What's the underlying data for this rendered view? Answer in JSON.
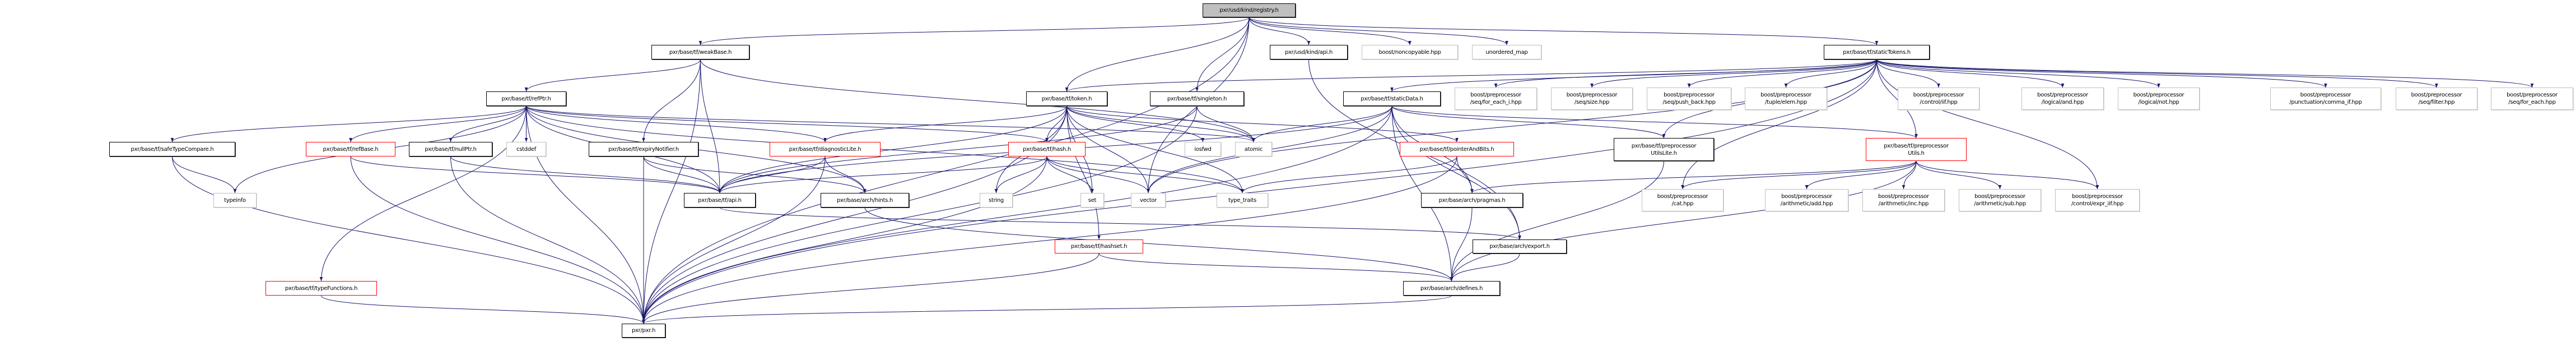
{
  "title": "pxr/usd/kind/registry.h",
  "colors": {
    "edge": "#191970",
    "documented_border": "#000000",
    "external_border": "#bfbfbf",
    "truncated_border": "#ff0000",
    "root_fill": "#bfbfbf"
  },
  "nodes": {
    "registry": {
      "label": "pxr/usd/kind/registry.h",
      "kind": "root"
    },
    "weakBase": {
      "label": "pxr/base/tf/weakBase.h",
      "kind": "doc"
    },
    "kindApi": {
      "label": "pxr/usd/kind/api.h",
      "kind": "doc"
    },
    "noncopyable": {
      "label": "boost/noncopyable.hpp",
      "kind": "ext"
    },
    "unorderedMap": {
      "label": "unordered_map",
      "kind": "ext"
    },
    "staticTokens": {
      "label": "pxr/base/tf/staticTokens.h",
      "kind": "doc"
    },
    "refPtr": {
      "label": "pxr/base/tf/refPtr.h",
      "kind": "doc"
    },
    "token": {
      "label": "pxr/base/tf/token.h",
      "kind": "doc"
    },
    "singleton": {
      "label": "pxr/base/tf/singleton.h",
      "kind": "doc"
    },
    "staticData": {
      "label": "pxr/base/tf/staticData.h",
      "kind": "doc"
    },
    "forEachI": {
      "label": "boost/preprocessor\n/seq/for_each_i.hpp",
      "kind": "ext"
    },
    "seqSize": {
      "label": "boost/preprocessor\n/seq/size.hpp",
      "kind": "ext"
    },
    "pushBack": {
      "label": "boost/preprocessor\n/seq/push_back.hpp",
      "kind": "ext"
    },
    "tupleElem": {
      "label": "boost/preprocessor\n/tuple/elem.hpp",
      "kind": "ext"
    },
    "iif": {
      "label": "boost/preprocessor\n/control/iif.hpp",
      "kind": "ext"
    },
    "logicalAnd": {
      "label": "boost/preprocessor\n/logical/and.hpp",
      "kind": "ext"
    },
    "logicalNot": {
      "label": "boost/preprocessor\n/logical/not.hpp",
      "kind": "ext"
    },
    "commaIf": {
      "label": "boost/preprocessor\n/punctuation/comma_if.hpp",
      "kind": "ext"
    },
    "seqFilter": {
      "label": "boost/preprocessor\n/seq/filter.hpp",
      "kind": "ext"
    },
    "seqForEach": {
      "label": "boost/preprocessor\n/seq/for_each.hpp",
      "kind": "ext"
    },
    "safeTypeCompare": {
      "label": "pxr/base/tf/safeTypeCompare.h",
      "kind": "doc"
    },
    "refBase": {
      "label": "pxr/base/tf/refBase.h",
      "kind": "trunc"
    },
    "nullPtr": {
      "label": "pxr/base/tf/nullPtr.h",
      "kind": "doc"
    },
    "cstddef": {
      "label": "cstddef",
      "kind": "ext"
    },
    "expiryNotifier": {
      "label": "pxr/base/tf/expiryNotifier.h",
      "kind": "doc"
    },
    "diagnosticLite": {
      "label": "pxr/base/tf/diagnosticLite.h",
      "kind": "trunc"
    },
    "hash": {
      "label": "pxr/base/tf/hash.h",
      "kind": "trunc"
    },
    "iosfwd": {
      "label": "iosfwd",
      "kind": "ext"
    },
    "atomic": {
      "label": "atomic",
      "kind": "ext"
    },
    "pointerAndBits": {
      "label": "pxr/base/tf/pointerAndBits.h",
      "kind": "trunc"
    },
    "ppUtilsLite": {
      "label": "pxr/base/tf/preprocessor\nUtilsLite.h",
      "kind": "doc"
    },
    "ppUtils": {
      "label": "pxr/base/tf/preprocessor\nUtils.h",
      "kind": "trunc"
    },
    "typeinfo": {
      "label": "typeinfo",
      "kind": "ext"
    },
    "tfApi": {
      "label": "pxr/base/tf/api.h",
      "kind": "doc"
    },
    "hints": {
      "label": "pxr/base/arch/hints.h",
      "kind": "doc"
    },
    "string": {
      "label": "string",
      "kind": "ext"
    },
    "set": {
      "label": "set",
      "kind": "ext"
    },
    "vector": {
      "label": "vector",
      "kind": "ext"
    },
    "typeTraits": {
      "label": "type_traits",
      "kind": "ext"
    },
    "pragmas": {
      "label": "pxr/base/arch/pragmas.h",
      "kind": "doc"
    },
    "cat": {
      "label": "boost/preprocessor\n/cat.hpp",
      "kind": "ext"
    },
    "add": {
      "label": "boost/preprocessor\n/arithmetic/add.hpp",
      "kind": "ext"
    },
    "inc": {
      "label": "boost/preprocessor\n/arithmetic/inc.hpp",
      "kind": "ext"
    },
    "sub": {
      "label": "boost/preprocessor\n/arithmetic/sub.hpp",
      "kind": "ext"
    },
    "exprIif": {
      "label": "boost/preprocessor\n/control/expr_iif.hpp",
      "kind": "ext"
    },
    "hashset": {
      "label": "pxr/base/tf/hashset.h",
      "kind": "trunc"
    },
    "export": {
      "label": "pxr/base/arch/export.h",
      "kind": "doc"
    },
    "typeFunctions": {
      "label": "pxr/base/tf/typeFunctions.h",
      "kind": "trunc"
    },
    "defines": {
      "label": "pxr/base/arch/defines.h",
      "kind": "doc"
    },
    "pxr": {
      "label": "pxr/pxr.h",
      "kind": "doc"
    }
  },
  "edges": [
    [
      "registry",
      "weakBase"
    ],
    [
      "registry",
      "token"
    ],
    [
      "registry",
      "singleton"
    ],
    [
      "registry",
      "kindApi"
    ],
    [
      "registry",
      "noncopyable"
    ],
    [
      "registry",
      "unorderedMap"
    ],
    [
      "registry",
      "staticTokens"
    ],
    [
      "registry",
      "vector"
    ],
    [
      "registry",
      "pxr"
    ],
    [
      "weakBase",
      "refPtr"
    ],
    [
      "weakBase",
      "expiryNotifier"
    ],
    [
      "weakBase",
      "tfApi"
    ],
    [
      "weakBase",
      "atomic"
    ],
    [
      "weakBase",
      "pxr"
    ],
    [
      "refPtr",
      "safeTypeCompare"
    ],
    [
      "refPtr",
      "typeinfo"
    ],
    [
      "refPtr",
      "refBase"
    ],
    [
      "refPtr",
      "nullPtr"
    ],
    [
      "refPtr",
      "cstddef"
    ],
    [
      "refPtr",
      "diagnosticLite"
    ],
    [
      "refPtr",
      "hash"
    ],
    [
      "refPtr",
      "tfApi"
    ],
    [
      "refPtr",
      "hints"
    ],
    [
      "refPtr",
      "typeTraits"
    ],
    [
      "refPtr",
      "typeFunctions"
    ],
    [
      "refPtr",
      "atomic"
    ],
    [
      "refPtr",
      "pxr"
    ],
    [
      "safeTypeCompare",
      "typeinfo"
    ],
    [
      "safeTypeCompare",
      "pxr"
    ],
    [
      "refBase",
      "tfApi"
    ],
    [
      "refBase",
      "pxr"
    ],
    [
      "nullPtr",
      "tfApi"
    ],
    [
      "nullPtr",
      "pxr"
    ],
    [
      "expiryNotifier",
      "tfApi"
    ],
    [
      "expiryNotifier",
      "hints"
    ],
    [
      "expiryNotifier",
      "pxr"
    ],
    [
      "diagnosticLite",
      "tfApi"
    ],
    [
      "diagnosticLite",
      "hints"
    ],
    [
      "diagnosticLite",
      "pxr"
    ],
    [
      "hash",
      "tfApi"
    ],
    [
      "hash",
      "string"
    ],
    [
      "hash",
      "set"
    ],
    [
      "hash",
      "vector"
    ],
    [
      "hash",
      "typeTraits"
    ],
    [
      "hash",
      "pxr"
    ],
    [
      "token",
      "diagnosticLite"
    ],
    [
      "token",
      "hash"
    ],
    [
      "token",
      "hashset"
    ],
    [
      "token",
      "tfApi"
    ],
    [
      "token",
      "pointerAndBits"
    ],
    [
      "token",
      "iosfwd"
    ],
    [
      "token",
      "atomic"
    ],
    [
      "token",
      "string"
    ],
    [
      "token",
      "set"
    ],
    [
      "token",
      "vector"
    ],
    [
      "token",
      "typeTraits"
    ],
    [
      "token",
      "pxr"
    ],
    [
      "singleton",
      "atomic"
    ],
    [
      "singleton",
      "tfApi"
    ],
    [
      "singleton",
      "pxr"
    ],
    [
      "kindApi",
      "export"
    ],
    [
      "staticTokens",
      "staticData"
    ],
    [
      "staticTokens",
      "forEachI"
    ],
    [
      "staticTokens",
      "seqSize"
    ],
    [
      "staticTokens",
      "pushBack"
    ],
    [
      "staticTokens",
      "tupleElem"
    ],
    [
      "staticTokens",
      "iif"
    ],
    [
      "staticTokens",
      "logicalAnd"
    ],
    [
      "staticTokens",
      "logicalNot"
    ],
    [
      "staticTokens",
      "commaIf"
    ],
    [
      "staticTokens",
      "seqFilter"
    ],
    [
      "staticTokens",
      "seqForEach"
    ],
    [
      "staticTokens",
      "ppUtils"
    ],
    [
      "staticTokens",
      "ppUtilsLite"
    ],
    [
      "staticTokens",
      "token"
    ],
    [
      "staticTokens",
      "cat"
    ],
    [
      "staticTokens",
      "vector"
    ],
    [
      "staticTokens",
      "exprIif"
    ],
    [
      "staticTokens",
      "pxr"
    ],
    [
      "staticData",
      "ppUtilsLite"
    ],
    [
      "staticData",
      "ppUtils"
    ],
    [
      "staticData",
      "tfApi"
    ],
    [
      "staticData",
      "pragmas"
    ],
    [
      "staticData",
      "export"
    ],
    [
      "staticData",
      "vector"
    ],
    [
      "staticData",
      "atomic"
    ],
    [
      "staticData",
      "defines"
    ],
    [
      "staticData",
      "pxr"
    ],
    [
      "pointerAndBits",
      "pragmas"
    ],
    [
      "pointerAndBits",
      "typeTraits"
    ],
    [
      "pointerAndBits",
      "pxr"
    ],
    [
      "ppUtilsLite",
      "defines"
    ],
    [
      "ppUtils",
      "pragmas"
    ],
    [
      "ppUtils",
      "cat"
    ],
    [
      "ppUtils",
      "add"
    ],
    [
      "ppUtils",
      "inc"
    ],
    [
      "ppUtils",
      "sub"
    ],
    [
      "ppUtils",
      "exprIif"
    ],
    [
      "ppUtils",
      "defines"
    ],
    [
      "pragmas",
      "defines"
    ],
    [
      "export",
      "defines"
    ],
    [
      "tfApi",
      "export"
    ],
    [
      "hints",
      "defines"
    ],
    [
      "hashset",
      "pxr"
    ],
    [
      "hashset",
      "defines"
    ],
    [
      "typeFunctions",
      "pxr"
    ],
    [
      "defines",
      "pxr"
    ]
  ]
}
